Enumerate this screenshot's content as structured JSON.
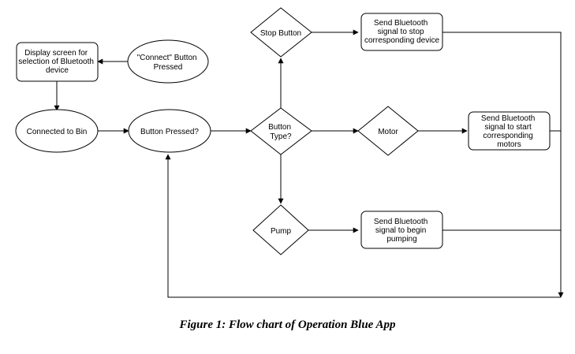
{
  "nodes": {
    "display_screen": [
      "Display screen for",
      "selection of Bluetooth",
      "device"
    ],
    "connect_pressed": [
      "\"Connect\" Button",
      "Pressed"
    ],
    "connected_bin": [
      "Connected to Bin"
    ],
    "button_pressed": [
      "Button Pressed?"
    ],
    "button_type": [
      "Button",
      "Type?"
    ],
    "stop_button": [
      "Stop Button"
    ],
    "motor": [
      "Motor"
    ],
    "pump": [
      "Pump"
    ],
    "send_stop": [
      "Send Bluetooth",
      "signal to stop",
      "corresponding device"
    ],
    "send_start": [
      "Send Bluetooth",
      "signal to start",
      "corresponding",
      "motors"
    ],
    "send_pump": [
      "Send Bluetooth",
      "signal to begin",
      "pumping"
    ]
  },
  "caption": "Figure 1: Flow chart of Operation Blue App"
}
